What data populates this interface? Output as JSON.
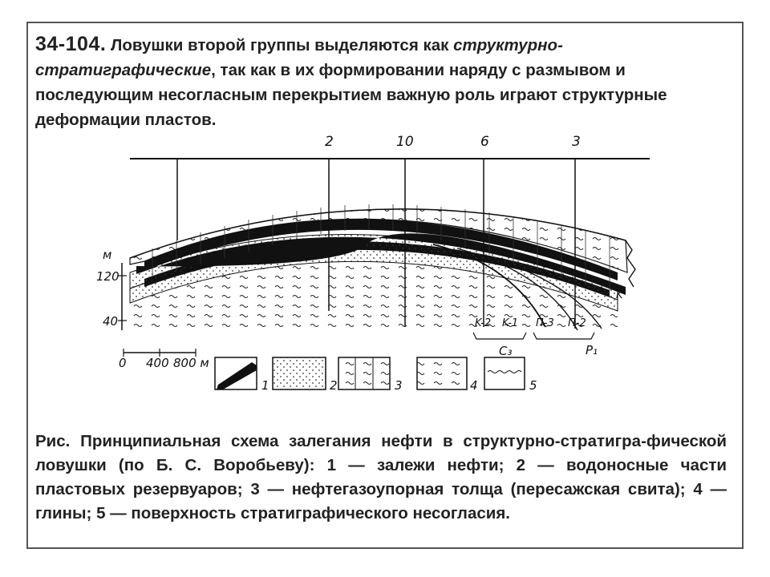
{
  "slide": {
    "number": "34-104.",
    "heading_part1": " Ловушки второй группы выделяются как ",
    "heading_italic": "структурно-стратиграфические",
    "heading_part2": ", так как в их формировании наряду с размывом и последующим несогласным перекрытием важную роль играют структурные деформации пластов."
  },
  "figure": {
    "well_labels": [
      "2",
      "10",
      "6",
      "3"
    ],
    "scale_unit": "м",
    "scale_ticks": [
      "120",
      "40"
    ],
    "bar_labels": [
      "0",
      "400",
      "800 м"
    ],
    "unit_labels": [
      "K",
      "K-2",
      "K-1",
      "П-3",
      "П-2"
    ],
    "age_labels": [
      "C₃",
      "P₁"
    ],
    "legend_numbers": [
      "1",
      "2",
      "3",
      "4",
      "5"
    ]
  },
  "caption": {
    "text": "Рис. Принципиальная схема залегания нефти в структурно-стратигра-фической ловушки (по Б. С. Воробьеву): 1 — залежи   нефти;   2 — водоносные части пластовых резервуаров; 3 — нефтегазоупорная толща (пересажская свита); 4 — глины; 5 — поверхность стратиграфического несогласия."
  }
}
